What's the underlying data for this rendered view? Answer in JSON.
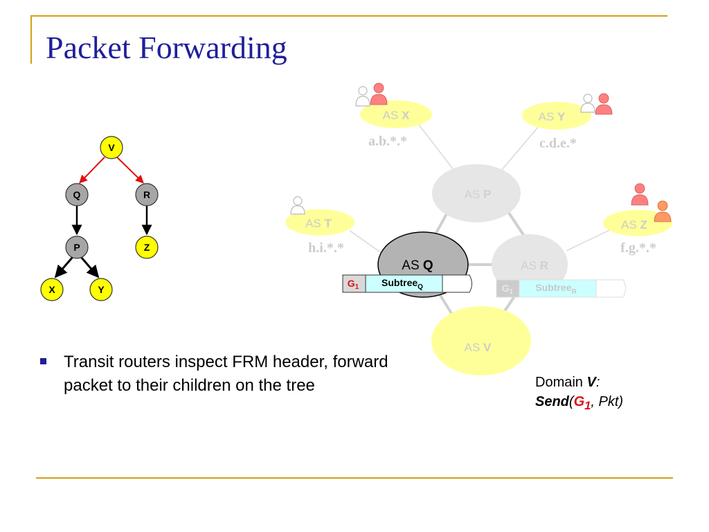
{
  "slide": {
    "title": "Packet Forwarding",
    "bullet": "Transit routers inspect FRM header, forward packet to their children on the tree"
  },
  "tree": {
    "nodes": [
      "V",
      "Q",
      "R",
      "P",
      "Z",
      "X",
      "Y"
    ]
  },
  "network": {
    "as_prefix": "AS",
    "nodes": {
      "x": {
        "name": "X",
        "prefix": "a.b.*.*"
      },
      "y": {
        "name": "Y",
        "prefix": "c.d.e.*"
      },
      "p": {
        "name": "P"
      },
      "t": {
        "name": "T",
        "prefix": "h.i.*.*"
      },
      "z": {
        "name": "Z",
        "prefix": "f.g.*.*"
      },
      "q": {
        "name": "Q"
      },
      "r": {
        "name": "R"
      },
      "v": {
        "name": "V"
      }
    },
    "header_q": {
      "group": "G",
      "group_sub": "1",
      "subtree": "Subtree",
      "subtree_sub": "Q"
    },
    "header_r": {
      "group": "G",
      "group_sub": "1",
      "subtree": "Subtree",
      "subtree_sub": "R"
    }
  },
  "caption": {
    "line1_prefix": "Domain ",
    "line1_domain": "V",
    "line1_suffix": ":",
    "send": "Send",
    "open_paren": "(",
    "group": "G",
    "group_sub": "1",
    "rest": ", Pkt)"
  },
  "colors": {
    "title": "#1f1f9a",
    "rule": "#d4a017",
    "yellow_node": "#ffff00",
    "grey_node": "#a6a6a6",
    "red_edge": "#e01010",
    "faded_yellow": "#ffff99",
    "faded_grey": "#e6e6e6",
    "subtree_cyan": "#ccffff",
    "user_icon_red": "#ff8080"
  }
}
